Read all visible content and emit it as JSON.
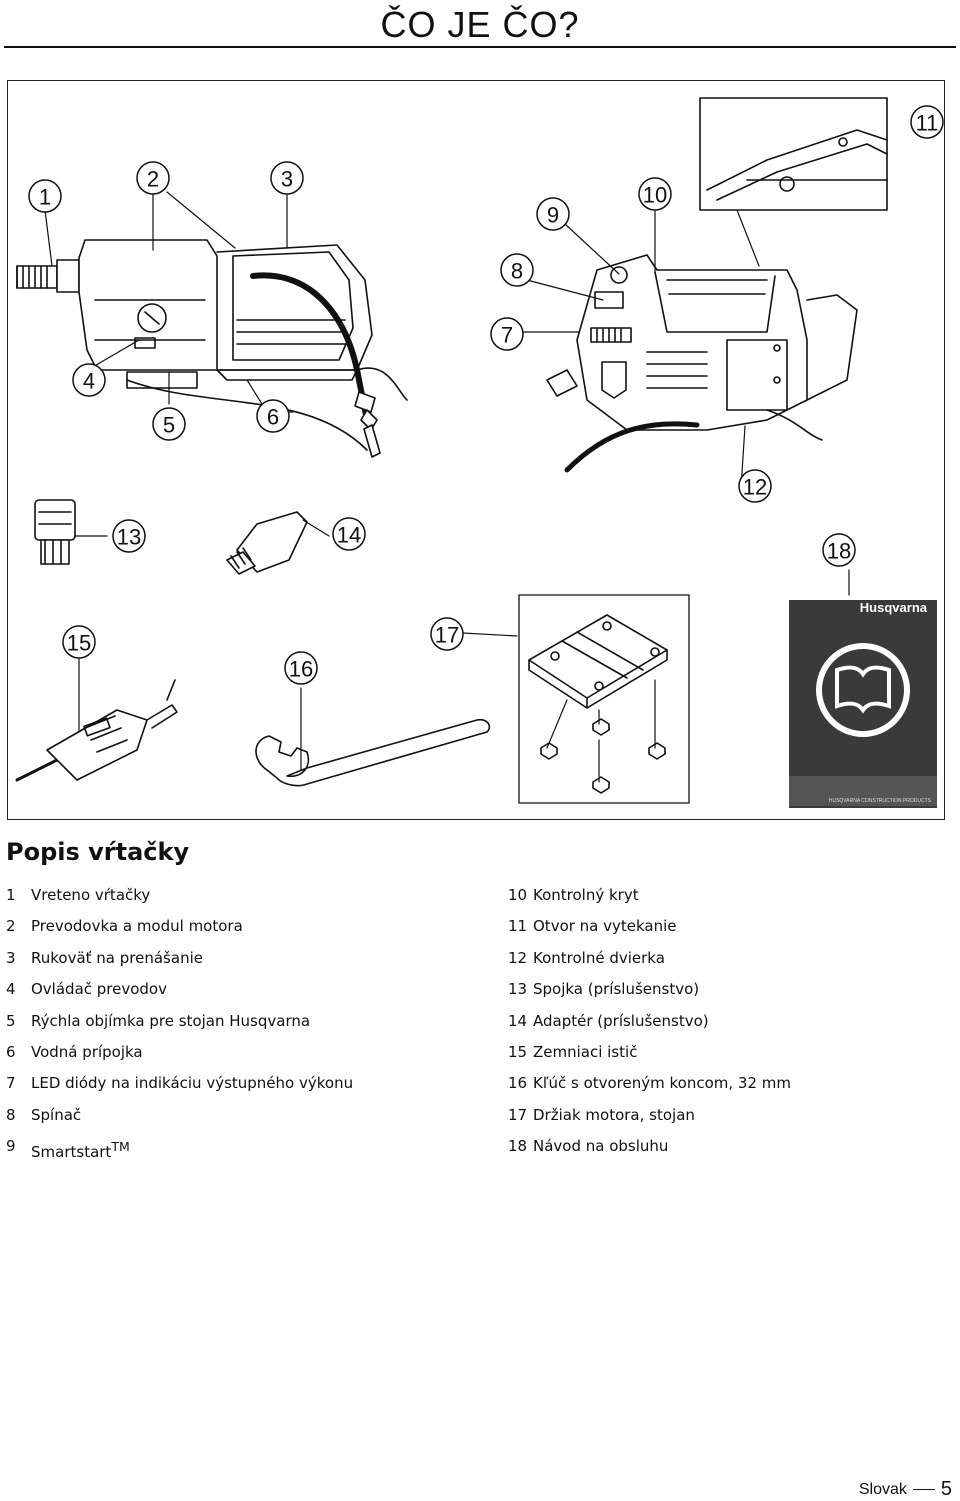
{
  "page_title": "ČO JE ČO?",
  "section_title": "Popis vŕtačky",
  "callouts": [
    "1",
    "2",
    "3",
    "4",
    "5",
    "6",
    "7",
    "8",
    "9",
    "10",
    "11",
    "12",
    "13",
    "14",
    "15",
    "16",
    "17",
    "18"
  ],
  "manual": {
    "brand": "Husqvarna",
    "footer": "HUSQVARNA CONSTRUCTION PRODUCTS"
  },
  "parts_left": [
    {
      "num": "1",
      "label": "Vreteno vŕtačky"
    },
    {
      "num": "2",
      "label": "Prevodovka a modul motora"
    },
    {
      "num": "3",
      "label": "Rukoväť na prenášanie"
    },
    {
      "num": "4",
      "label": "Ovládač prevodov"
    },
    {
      "num": "5",
      "label": "Rýchla objímka pre stojan Husqvarna"
    },
    {
      "num": "6",
      "label": "Vodná prípojka"
    },
    {
      "num": "7",
      "label": "LED diódy na indikáciu výstupného výkonu"
    },
    {
      "num": "8",
      "label": "Spínač"
    },
    {
      "num": "9",
      "label": "Smartstart",
      "sup": "TM"
    }
  ],
  "parts_right": [
    {
      "num": "10",
      "label": "Kontrolný kryt"
    },
    {
      "num": "11",
      "label": "Otvor na vytekanie"
    },
    {
      "num": "12",
      "label": "Kontrolné dvierka"
    },
    {
      "num": "13",
      "label": "Spojka (príslušenstvo)"
    },
    {
      "num": "14",
      "label": "Adaptér (príslušenstvo)"
    },
    {
      "num": "15",
      "label": "Zemniaci istič"
    },
    {
      "num": "16",
      "label": "Kľúč s otvoreným koncom, 32 mm"
    },
    {
      "num": "17",
      "label": "Držiak motora, stojan"
    },
    {
      "num": "18",
      "label": "Návod na obsluhu"
    }
  ],
  "footer": {
    "language": "Slovak",
    "page": "5"
  }
}
